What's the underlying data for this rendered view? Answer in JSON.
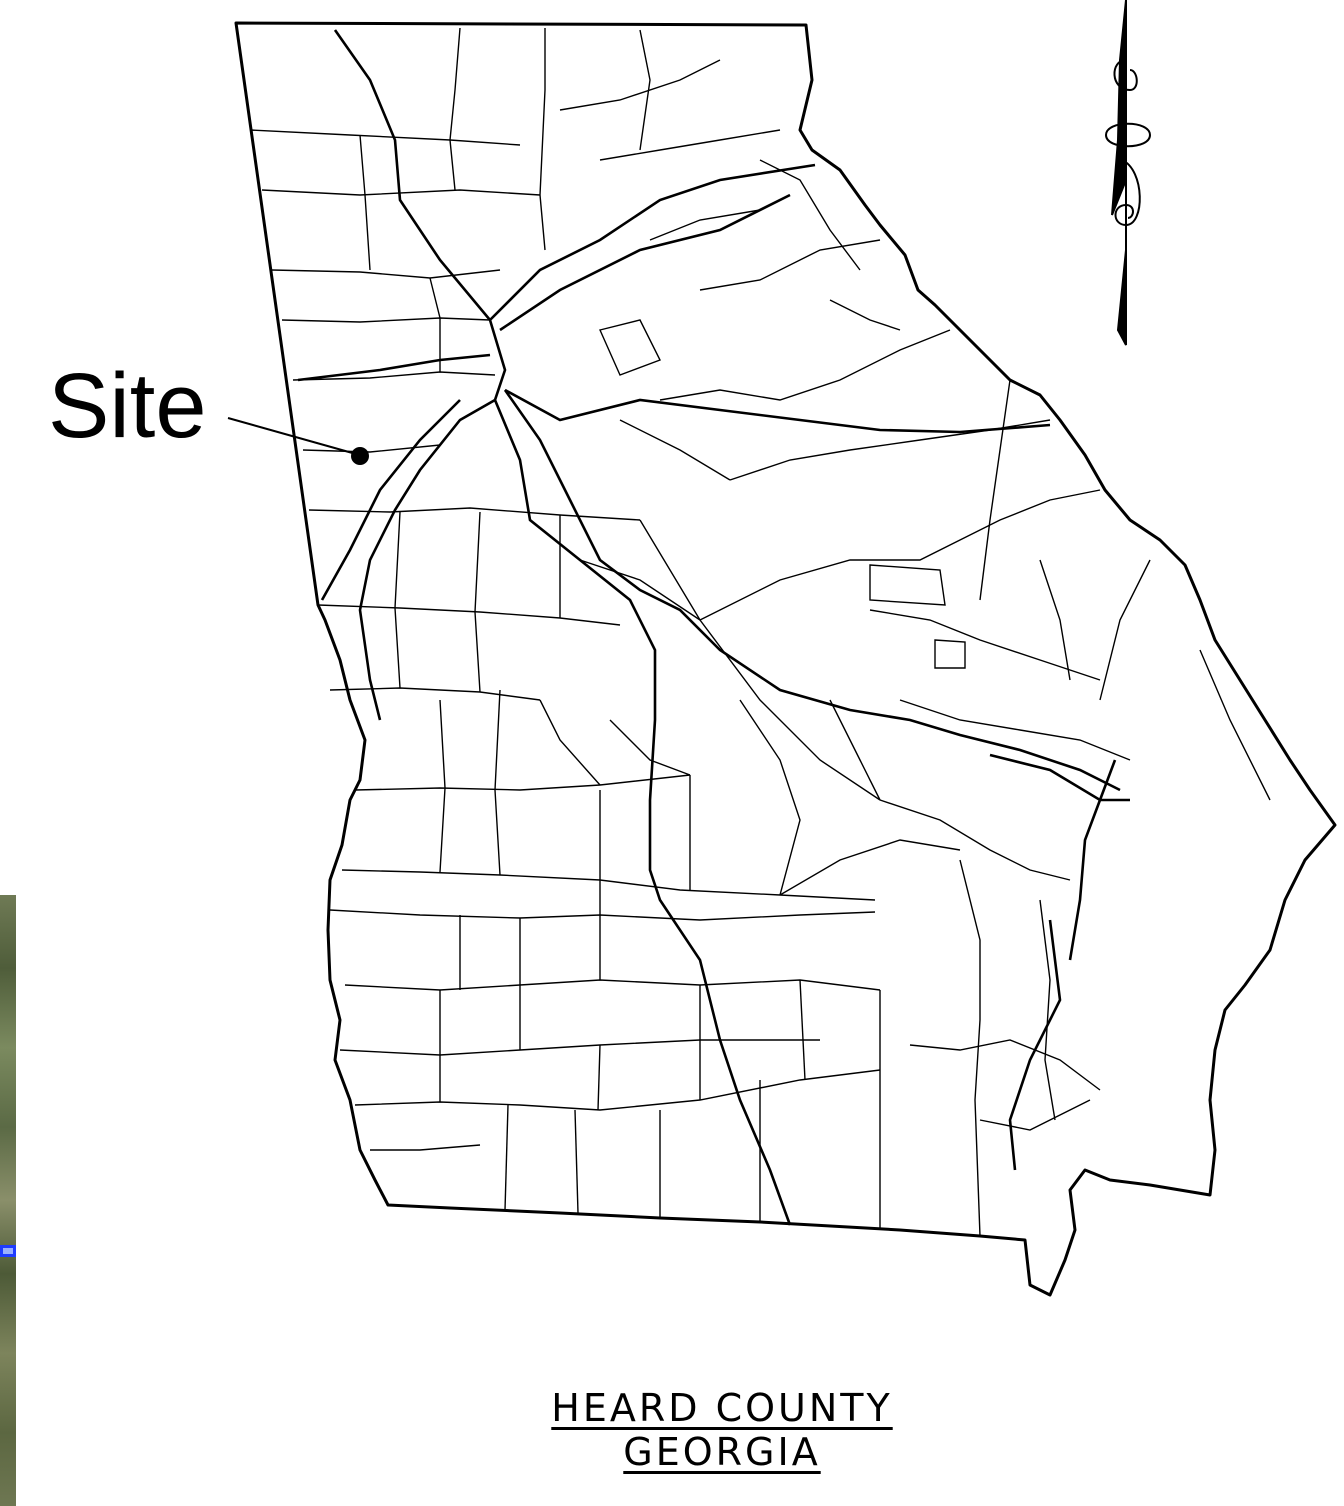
{
  "map": {
    "site_label": "Site",
    "county_title": "HEARD COUNTY",
    "state_title": "GEORGIA"
  },
  "colors": {
    "lines": "#000000",
    "background": "#ffffff",
    "aerial_highlight": "#1f3cff"
  },
  "icons": {
    "north_arrow": "north-arrow-icon"
  }
}
